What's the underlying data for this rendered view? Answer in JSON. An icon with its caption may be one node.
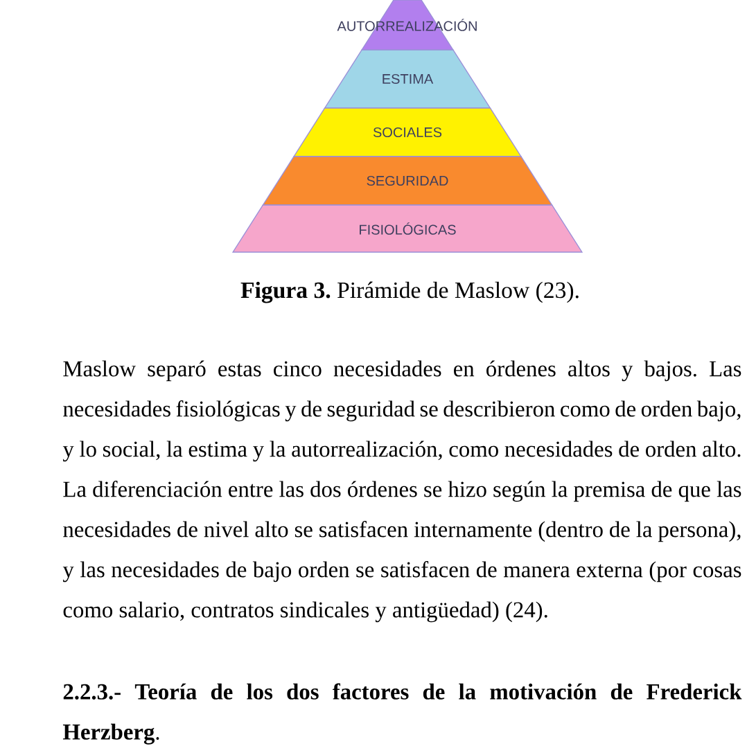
{
  "diagram": {
    "caption": "**Figura 3.** Pirámide de Maslow (23).",
    "nodes": [
      {
        "text": [
          "AUTORREALIZACIÓN"
        ]
      },
      {
        "text": [
          "ESTIMA"
        ]
      },
      {
        "text": [
          "SOCIALES"
        ]
      },
      {
        "text": [
          "SEGURIDAD"
        ]
      },
      {
        "text": [
          "FISIOLÓGICAS"
        ]
      }
    ],
    "labels": [
      "Maslow separó estas cinco necesidades en órdenes altos y bajos. Las necesidades fisiológicas y de seguridad se describieron como de orden bajo, y lo social, la estima y la autorrealización, como necesidades de orden alto. La diferenciación entre las dos órdenes se hizo según la premisa de que las necesidades de nivel alto se satisfacen internamente (dentro de la persona), y las necesidades de bajo orden se satisfacen de manera externa (por cosas como salario, contratos sindicales y antigüedad) (24).",
      "**2.2.3.- Teoría de los dos factores de la motivación de Frederick Herzberg**."
    ]
  }
}
